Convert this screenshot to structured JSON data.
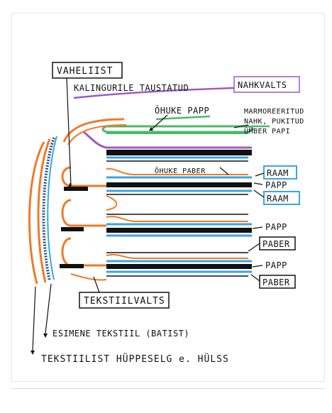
{
  "colors": {
    "orange": "#f07a26",
    "blue": "#3aa6df",
    "green": "#4cb86a",
    "purple": "#9b59c6",
    "black": "#111111",
    "darkblue": "#1e4f8a"
  },
  "labels": {
    "vaheliist": "VAHELIIST",
    "kalingurile": "KALINGURILE TAUSTATUD",
    "nahkvalts": "NAHKVALTS",
    "ohuke_papp": "ÕHUKE PAPP",
    "marmo_line1": "MARMOREERITUD",
    "marmo_line2": "NAHK, PUKITUD",
    "marmo_line3": "ÜMBER PAPI",
    "ohuke_paber": "ÕHUKE PABER",
    "raam_top": "RAAM",
    "papp_top": "PAPP",
    "raam_mid": "RAAM",
    "papp_mid": "PAPP",
    "paber_top": "PABER",
    "papp_low": "PAPP",
    "paber_bottom": "PABER",
    "tekstiilvalts": "TEKSTIILVALTS",
    "esimene_tekstiil": "ESIMENE TEKSTIIL (BATIST)",
    "hulss": "TEKSTIILIST HÜPPESELG e. HÜLSS"
  }
}
